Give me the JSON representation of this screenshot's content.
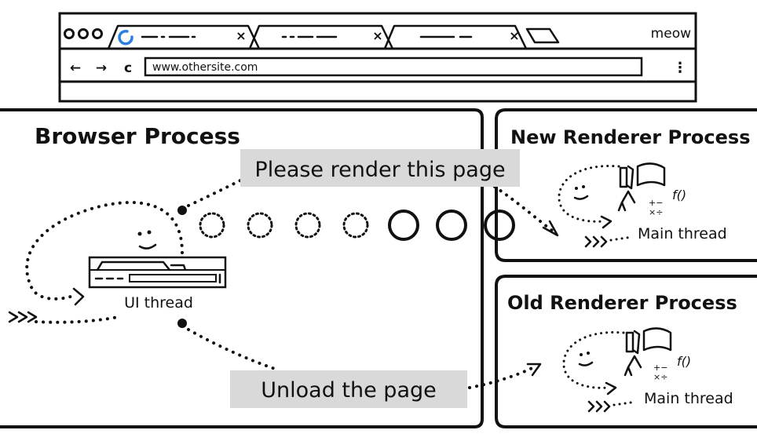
{
  "browser": {
    "window_title": "meow",
    "url": "www.othersite.com",
    "tabs": [
      {
        "close": "×"
      },
      {
        "close": "×"
      },
      {
        "close": "×"
      }
    ],
    "nav": {
      "back": "←",
      "forward": "→",
      "reload": "c",
      "menu": "⋮"
    }
  },
  "browser_process": {
    "title": "Browser Process",
    "ui_thread_label": "UI thread"
  },
  "new_renderer": {
    "title": "New Renderer Process",
    "thread_label": "Main thread",
    "formula": "f()"
  },
  "old_renderer": {
    "title": "Old Renderer Process",
    "thread_label": "Main thread",
    "formula": "f()"
  },
  "messages": {
    "render": "Please render this page",
    "unload": "Unload the page"
  },
  "progress": {
    "total_steps": 7,
    "completed_steps": 3
  }
}
